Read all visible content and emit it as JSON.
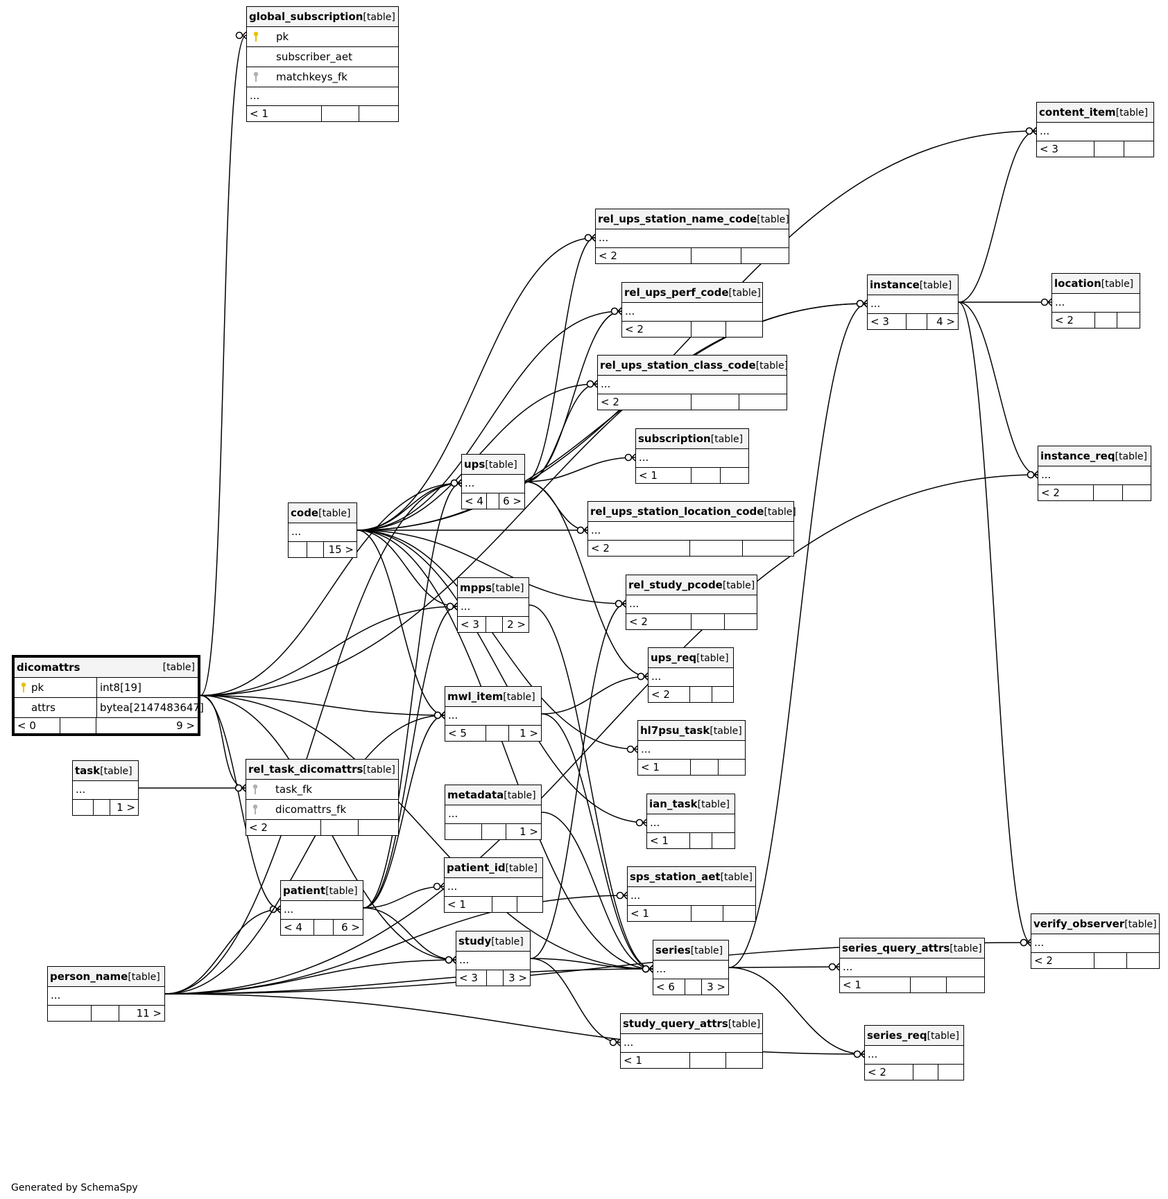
{
  "footer": "Generated by SchemaSpy",
  "tables": {
    "global_subscription": {
      "name": "global_subscription",
      "tag": "[table]",
      "columns": [
        {
          "key": "primary",
          "name": "pk"
        },
        {
          "key": "none",
          "name": "subscriber_aet"
        },
        {
          "key": "foreign",
          "name": "matchkeys_fk"
        }
      ],
      "ellipsis": "...",
      "footer": [
        "< 1",
        "",
        ""
      ]
    },
    "content_item": {
      "name": "content_item",
      "tag": "[table]",
      "ellipsis": "...",
      "footer": [
        "< 3",
        "",
        ""
      ]
    },
    "rel_ups_station_name_code": {
      "name": "rel_ups_station_name_code",
      "tag": "[table]",
      "ellipsis": "...",
      "footer": [
        "< 2",
        "",
        ""
      ]
    },
    "rel_ups_perf_code": {
      "name": "rel_ups_perf_code",
      "tag": "[table]",
      "ellipsis": "...",
      "footer": [
        "< 2",
        "",
        ""
      ]
    },
    "rel_ups_station_class_code": {
      "name": "rel_ups_station_class_code",
      "tag": "[table]",
      "ellipsis": "...",
      "footer": [
        "< 2",
        "",
        ""
      ]
    },
    "instance": {
      "name": "instance",
      "tag": "[table]",
      "ellipsis": "...",
      "footer": [
        "< 3",
        "",
        "4 >"
      ]
    },
    "location": {
      "name": "location",
      "tag": "[table]",
      "ellipsis": "...",
      "footer": [
        "< 2",
        "",
        ""
      ]
    },
    "subscription": {
      "name": "subscription",
      "tag": "[table]",
      "ellipsis": "...",
      "footer": [
        "< 1",
        "",
        ""
      ]
    },
    "ups": {
      "name": "ups",
      "tag": "[table]",
      "ellipsis": "...",
      "footer": [
        "< 4",
        "",
        "6 >"
      ]
    },
    "instance_req": {
      "name": "instance_req",
      "tag": "[table]",
      "ellipsis": "...",
      "footer": [
        "< 2",
        "",
        ""
      ]
    },
    "code": {
      "name": "code",
      "tag": "[table]",
      "ellipsis": "...",
      "footer": [
        "",
        "",
        "15 >"
      ]
    },
    "rel_ups_station_location_code": {
      "name": "rel_ups_station_location_code",
      "tag": "[table]",
      "ellipsis": "...",
      "footer": [
        "< 2",
        "",
        ""
      ]
    },
    "mpps": {
      "name": "mpps",
      "tag": "[table]",
      "ellipsis": "...",
      "footer": [
        "< 3",
        "",
        "2 >"
      ]
    },
    "rel_study_pcode": {
      "name": "rel_study_pcode",
      "tag": "[table]",
      "ellipsis": "...",
      "footer": [
        "< 2",
        "",
        ""
      ]
    },
    "dicomattrs": {
      "name": "dicomattrs",
      "tag": "[table]",
      "columns": [
        {
          "key": "primary",
          "name": "pk",
          "type": "int8[19]"
        },
        {
          "key": "none",
          "name": "attrs",
          "type": "bytea[2147483647]"
        }
      ],
      "footer": [
        "< 0",
        "",
        "9 >"
      ]
    },
    "ups_req": {
      "name": "ups_req",
      "tag": "[table]",
      "ellipsis": "...",
      "footer": [
        "< 2",
        "",
        ""
      ]
    },
    "mwl_item": {
      "name": "mwl_item",
      "tag": "[table]",
      "ellipsis": "...",
      "footer": [
        "< 5",
        "",
        "1 >"
      ]
    },
    "hl7psu_task": {
      "name": "hl7psu_task",
      "tag": "[table]",
      "ellipsis": "...",
      "footer": [
        "< 1",
        "",
        ""
      ]
    },
    "task": {
      "name": "task",
      "tag": "[table]",
      "ellipsis": "...",
      "footer": [
        "",
        "",
        "1 >"
      ]
    },
    "rel_task_dicomattrs": {
      "name": "rel_task_dicomattrs",
      "tag": "[table]",
      "columns": [
        {
          "key": "foreign",
          "name": "task_fk"
        },
        {
          "key": "foreign",
          "name": "dicomattrs_fk"
        }
      ],
      "footer": [
        "< 2",
        "",
        ""
      ]
    },
    "metadata": {
      "name": "metadata",
      "tag": "[table]",
      "ellipsis": "...",
      "footer": [
        "",
        "",
        "1 >"
      ]
    },
    "ian_task": {
      "name": "ian_task",
      "tag": "[table]",
      "ellipsis": "...",
      "footer": [
        "< 1",
        "",
        ""
      ]
    },
    "patient_id": {
      "name": "patient_id",
      "tag": "[table]",
      "ellipsis": "...",
      "footer": [
        "< 1",
        "",
        ""
      ]
    },
    "sps_station_aet": {
      "name": "sps_station_aet",
      "tag": "[table]",
      "ellipsis": "...",
      "footer": [
        "< 1",
        "",
        ""
      ]
    },
    "patient": {
      "name": "patient",
      "tag": "[table]",
      "ellipsis": "...",
      "footer": [
        "< 4",
        "",
        "6 >"
      ]
    },
    "verify_observer": {
      "name": "verify_observer",
      "tag": "[table]",
      "ellipsis": "...",
      "footer": [
        "< 2",
        "",
        ""
      ]
    },
    "study": {
      "name": "study",
      "tag": "[table]",
      "ellipsis": "...",
      "footer": [
        "< 3",
        "",
        "3 >"
      ]
    },
    "series": {
      "name": "series",
      "tag": "[table]",
      "ellipsis": "...",
      "footer": [
        "< 6",
        "",
        "3 >"
      ]
    },
    "series_query_attrs": {
      "name": "series_query_attrs",
      "tag": "[table]",
      "ellipsis": "...",
      "footer": [
        "< 1",
        "",
        ""
      ]
    },
    "person_name": {
      "name": "person_name",
      "tag": "[table]",
      "ellipsis": "...",
      "footer": [
        "",
        "",
        "11 >"
      ]
    },
    "study_query_attrs": {
      "name": "study_query_attrs",
      "tag": "[table]",
      "ellipsis": "...",
      "footer": [
        "< 1",
        "",
        ""
      ]
    },
    "series_req": {
      "name": "series_req",
      "tag": "[table]",
      "ellipsis": "...",
      "footer": [
        "< 2",
        "",
        ""
      ]
    }
  },
  "relationships": [
    [
      "dicomattrs",
      "global_subscription"
    ],
    [
      "dicomattrs",
      "ups"
    ],
    [
      "dicomattrs",
      "mpps"
    ],
    [
      "dicomattrs",
      "mwl_item"
    ],
    [
      "dicomattrs",
      "rel_task_dicomattrs"
    ],
    [
      "dicomattrs",
      "patient"
    ],
    [
      "dicomattrs",
      "study"
    ],
    [
      "dicomattrs",
      "series"
    ],
    [
      "dicomattrs",
      "instance"
    ],
    [
      "code",
      "content_item"
    ],
    [
      "code",
      "rel_ups_station_name_code"
    ],
    [
      "code",
      "rel_ups_perf_code"
    ],
    [
      "code",
      "rel_ups_station_class_code"
    ],
    [
      "code",
      "rel_ups_station_location_code"
    ],
    [
      "code",
      "rel_study_pcode"
    ],
    [
      "code",
      "ups"
    ],
    [
      "code",
      "mpps"
    ],
    [
      "code",
      "mwl_item"
    ],
    [
      "code",
      "series"
    ],
    [
      "code",
      "instance"
    ],
    [
      "code",
      "hl7psu_task"
    ],
    [
      "code",
      "ian_task"
    ],
    [
      "ups",
      "rel_ups_station_name_code"
    ],
    [
      "ups",
      "rel_ups_perf_code"
    ],
    [
      "ups",
      "rel_ups_station_class_code"
    ],
    [
      "ups",
      "subscription"
    ],
    [
      "ups",
      "rel_ups_station_location_code"
    ],
    [
      "ups",
      "ups_req"
    ],
    [
      "instance",
      "content_item"
    ],
    [
      "instance",
      "location"
    ],
    [
      "instance",
      "instance_req"
    ],
    [
      "instance",
      "verify_observer"
    ],
    [
      "series",
      "instance"
    ],
    [
      "series",
      "series_query_attrs"
    ],
    [
      "series",
      "series_req"
    ],
    [
      "study",
      "series"
    ],
    [
      "study",
      "study_query_attrs"
    ],
    [
      "study",
      "rel_study_pcode"
    ],
    [
      "mpps",
      "series"
    ],
    [
      "mwl_item",
      "ups_req"
    ],
    [
      "mwl_item",
      "series"
    ],
    [
      "metadata",
      "series"
    ],
    [
      "task",
      "rel_task_dicomattrs"
    ],
    [
      "patient",
      "patient_id"
    ],
    [
      "patient",
      "study"
    ],
    [
      "patient",
      "mwl_item"
    ],
    [
      "patient",
      "ups"
    ],
    [
      "patient",
      "mpps"
    ],
    [
      "person_name",
      "patient"
    ],
    [
      "person_name",
      "study"
    ],
    [
      "person_name",
      "series"
    ],
    [
      "person_name",
      "mwl_item"
    ],
    [
      "person_name",
      "ups"
    ],
    [
      "person_name",
      "verify_observer"
    ],
    [
      "person_name",
      "series_req"
    ],
    [
      "person_name",
      "instance_req"
    ],
    [
      "person_name",
      "sps_station_aet"
    ]
  ]
}
